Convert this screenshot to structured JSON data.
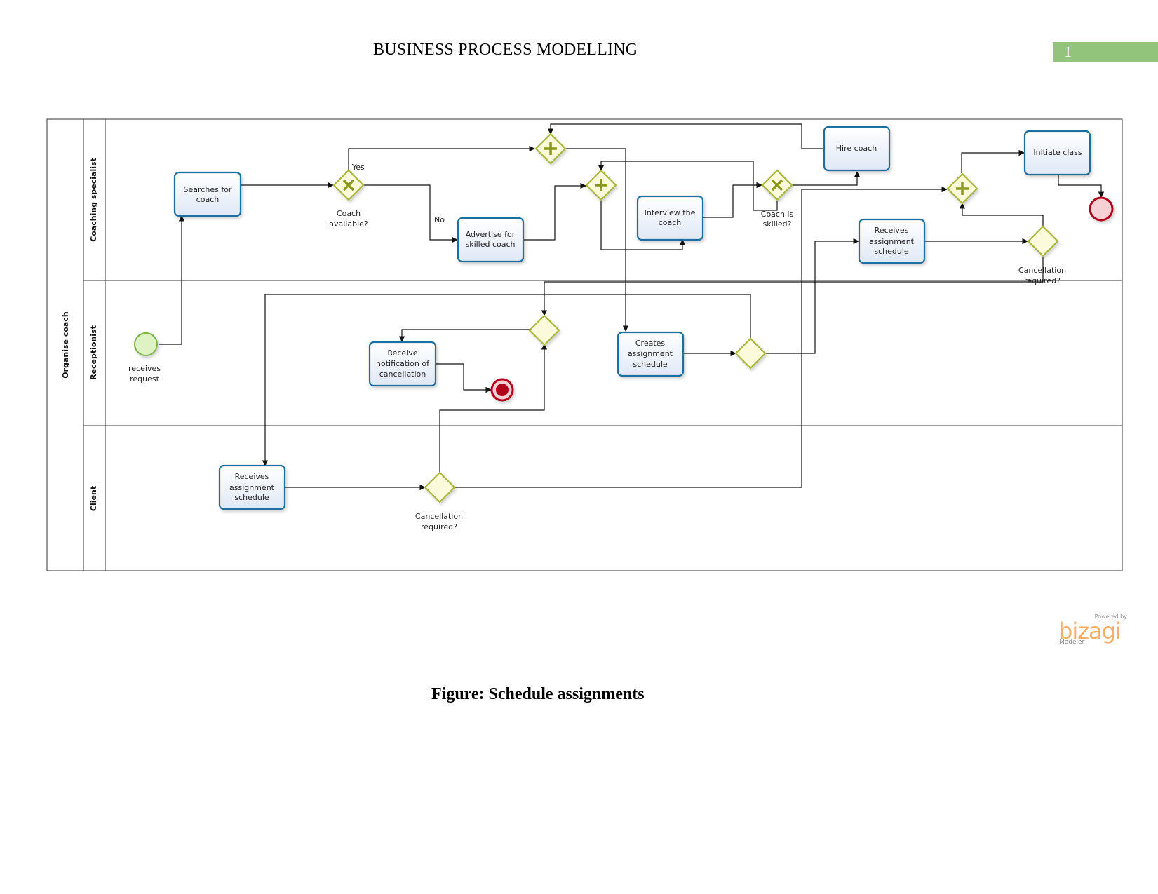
{
  "header": {
    "title": "BUSINESS PROCESS MODELLING",
    "page_number": "1"
  },
  "caption": "Figure: Schedule assignments",
  "pool": {
    "name": "Organise coach"
  },
  "lanes": [
    "Coaching specialist",
    "Receptionist",
    "Client"
  ],
  "tasks": {
    "searches_for_coach": [
      "Searches for",
      "coach"
    ],
    "advertise": [
      "Advertise for",
      "skilled coach"
    ],
    "interview": [
      "Interview the",
      "coach"
    ],
    "hire": [
      "Hire coach"
    ],
    "initiate": [
      "Initiate class"
    ],
    "receives_schedule_cs": [
      "Receives",
      "assignment",
      "schedule"
    ],
    "receive_notification": [
      "Receive",
      "notification of",
      "cancellation"
    ],
    "creates_schedule": [
      "Creates",
      "assignment",
      "schedule"
    ],
    "receives_schedule_client": [
      "Receives",
      "assignment",
      "schedule"
    ]
  },
  "labels": {
    "coach_available": [
      "Coach",
      "available?"
    ],
    "yes": "Yes",
    "no": "No",
    "coach_skilled": [
      "Coach is",
      "skilled?"
    ],
    "cancel_cs": [
      "Cancellation",
      "required?"
    ],
    "start": [
      "receives",
      "request"
    ],
    "cancel_client": [
      "Cancellation",
      "required?"
    ]
  },
  "logo": {
    "powered_by": "Powered by",
    "brand": "bizagi",
    "product": "Modeler"
  },
  "colors": {
    "task_border": "#1f6f9f",
    "task_fill": "#eef3fb",
    "gateway_border": "#a8b83a",
    "gateway_fill": "#fbfbdc",
    "start_border": "#7cb342",
    "start_fill": "#dff2c4",
    "end_border": "#b0001a",
    "end_fill": "#f6d0d3",
    "page_badge": "#92c47b"
  }
}
